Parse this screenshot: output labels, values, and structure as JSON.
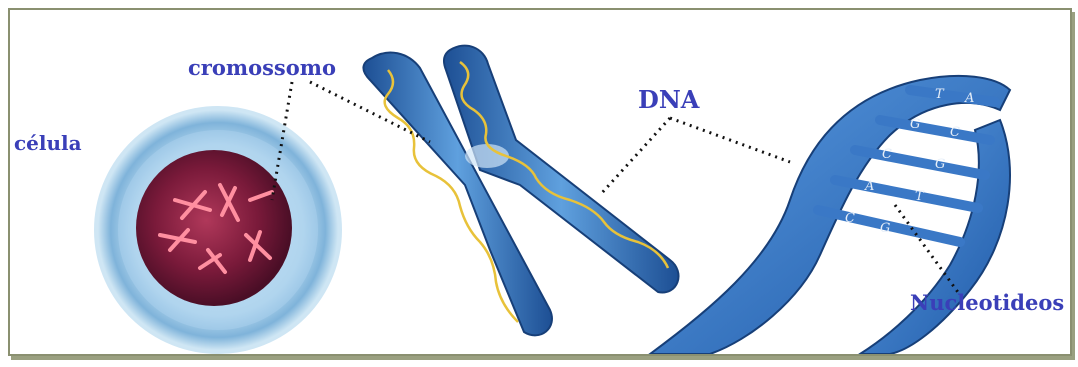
{
  "labels": {
    "cromossomo": "cromossomo",
    "celula": "célula",
    "dna": "DNA",
    "nucleotideos": "Nucleotideos"
  },
  "base_letters": [
    "T",
    "A",
    "G",
    "C",
    "C",
    "G",
    "A",
    "T",
    "C",
    "G"
  ],
  "colors": {
    "label_text": "#3a3fb8",
    "chromosome": "#3f7fc8",
    "dna_strand": "#2e6cc0",
    "dna_inner": "#e8c23a",
    "cell_membrane": "#b9dbf0",
    "nucleus": "#7a1a3a",
    "frame_border": "#8a9070"
  }
}
